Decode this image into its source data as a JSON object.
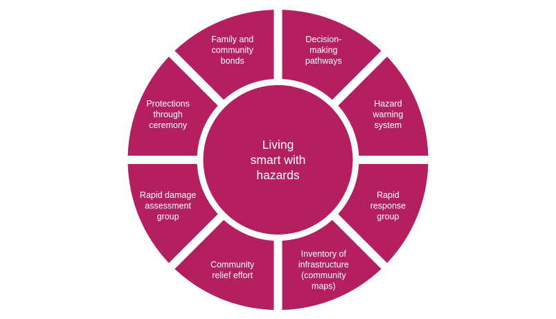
{
  "diagram": {
    "colors": {
      "fill": "#b31f5f",
      "background": "#ffffff",
      "text": "#ffffff"
    },
    "center": {
      "lines": [
        "Living",
        "smart with",
        "hazards"
      ]
    },
    "segments": [
      {
        "id": "decision-making-pathways",
        "lines": [
          "Decision-",
          "making",
          "pathways"
        ]
      },
      {
        "id": "hazard-warning-system",
        "lines": [
          "Hazard",
          "warning",
          "system"
        ]
      },
      {
        "id": "rapid-response-group",
        "lines": [
          "Rapid",
          "response",
          "group"
        ]
      },
      {
        "id": "inventory-of-infrastructure",
        "lines": [
          "Inventory of",
          "infrastructure",
          "(community",
          "maps)"
        ]
      },
      {
        "id": "community-relief-effort",
        "lines": [
          "Community",
          "relief effort"
        ]
      },
      {
        "id": "rapid-damage-assessment-group",
        "lines": [
          "Rapid damage",
          "assessment",
          "group"
        ]
      },
      {
        "id": "protections-through-ceremony",
        "lines": [
          "Protections",
          "through",
          "ceremony"
        ]
      },
      {
        "id": "family-and-community-bonds",
        "lines": [
          "Family and",
          "community",
          "bonds"
        ]
      }
    ]
  }
}
